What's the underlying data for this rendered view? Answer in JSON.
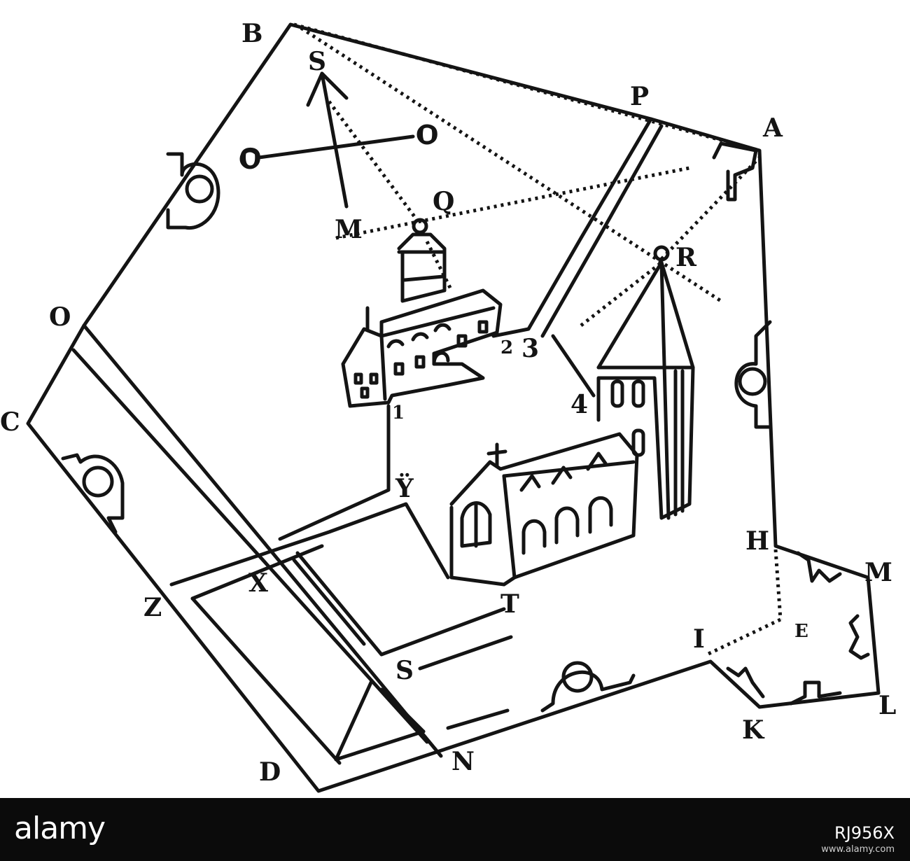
{
  "watermark": {
    "brand": "alamy",
    "image_id": "RJ956X",
    "meta": "www.alamy.com"
  },
  "map": {
    "line_color": "#141414",
    "labels": [
      {
        "id": "B",
        "text": "B"
      },
      {
        "id": "S-top",
        "text": "S"
      },
      {
        "id": "P",
        "text": "P"
      },
      {
        "id": "A",
        "text": "A"
      },
      {
        "id": "O-compass-right",
        "text": "O"
      },
      {
        "id": "O-compass-left",
        "text": "O"
      },
      {
        "id": "Q",
        "text": "Q"
      },
      {
        "id": "M-compass",
        "text": "M"
      },
      {
        "id": "R",
        "text": "R"
      },
      {
        "id": "O-corner",
        "text": "O"
      },
      {
        "id": "num-2",
        "text": "2"
      },
      {
        "id": "num-3",
        "text": "3"
      },
      {
        "id": "num-1",
        "text": "1"
      },
      {
        "id": "num-4",
        "text": "4"
      },
      {
        "id": "C",
        "text": "C"
      },
      {
        "id": "Y",
        "text": "Ÿ"
      },
      {
        "id": "H",
        "text": "H"
      },
      {
        "id": "M-bastion",
        "text": "M"
      },
      {
        "id": "X",
        "text": "X"
      },
      {
        "id": "Z",
        "text": "Z"
      },
      {
        "id": "T",
        "text": "T"
      },
      {
        "id": "E",
        "text": "E"
      },
      {
        "id": "I",
        "text": "I"
      },
      {
        "id": "S-cross",
        "text": "S"
      },
      {
        "id": "L",
        "text": "L"
      },
      {
        "id": "K",
        "text": "K"
      },
      {
        "id": "D",
        "text": "D"
      },
      {
        "id": "N",
        "text": "N"
      }
    ]
  }
}
